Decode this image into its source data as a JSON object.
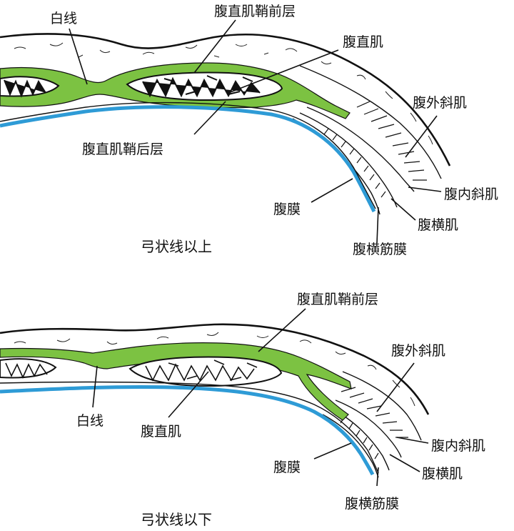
{
  "colors": {
    "sheath": "#7cc242",
    "peritoneum": "#2e9bd6",
    "ink": "#111111"
  },
  "upper": {
    "caption": "弓状线以上",
    "labels": {
      "linea_alba": "白线",
      "anterior_sheath": "腹直肌鞘前层",
      "rectus": "腹直肌",
      "posterior_sheath": "腹直肌鞘后层",
      "external_oblique": "腹外斜肌",
      "internal_oblique": "腹内斜肌",
      "transversus": "腹横肌",
      "peritoneum": "腹膜",
      "transversalis_fascia": "腹横筋膜"
    }
  },
  "lower": {
    "caption": "弓状线以下",
    "labels": {
      "anterior_sheath": "腹直肌鞘前层",
      "external_oblique": "腹外斜肌",
      "internal_oblique": "腹内斜肌",
      "transversus": "腹横肌",
      "linea_alba": "白线",
      "rectus": "腹直肌",
      "peritoneum": "腹膜",
      "transversalis_fascia": "腹横筋膜"
    }
  }
}
